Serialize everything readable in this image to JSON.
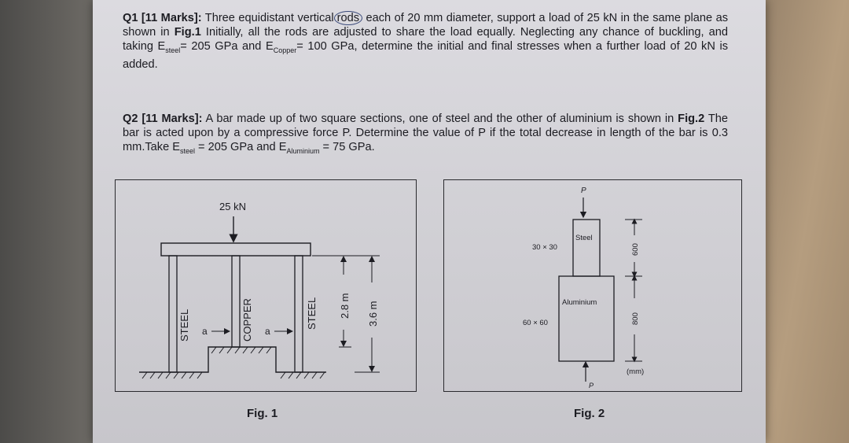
{
  "q1": {
    "label": "Q1 [11 Marks]:",
    "text_a": " Three equidistant vertical",
    "circled": "rods",
    "text_b": " each of 20 mm diameter, support a load of 25 kN in the same plane as shown in ",
    "figref": "Fig.1",
    "text_c": " Initially, all the rods are adjusted to share the load equally. Neglecting any chance of buckling, and taking E",
    "sub_steel": "steel",
    "text_d": "= 205 GPa and E",
    "sub_copper": "Copper",
    "text_e": "= 100 GPa, determine the initial and final stresses when a further load of 20 kN is added."
  },
  "q2": {
    "label": "Q2 [11 Marks]:",
    "text_a": " A bar made up of two square sections, one of steel and the other of aluminium is shown in ",
    "figref": "Fig.2",
    "text_b": " The bar is acted upon by a compressive force P. Determine the value of P if the total decrease in length of the bar is 0.3 mm.Take E",
    "sub_steel": "steel",
    "text_c": " = 205 GPa and E",
    "sub_al": "Aluminium",
    "text_d": " = 75 GPa."
  },
  "fig1": {
    "load": "25 kN",
    "rod_left": "STEEL",
    "rod_mid": "COPPER",
    "rod_right": "STEEL",
    "spacing_left": "a",
    "spacing_right": "a",
    "dim_short": "2.8 m",
    "dim_long": "3.6 m",
    "caption": "Fig. 1"
  },
  "fig2": {
    "force_top": "P",
    "force_bottom": "P",
    "steel_label": "Steel",
    "steel_size": "30 × 30",
    "al_label": "Aluminium",
    "al_size": "60 × 60",
    "dim_top": "600",
    "dim_bottom": "800",
    "units": "(mm)",
    "caption": "Fig. 2"
  }
}
